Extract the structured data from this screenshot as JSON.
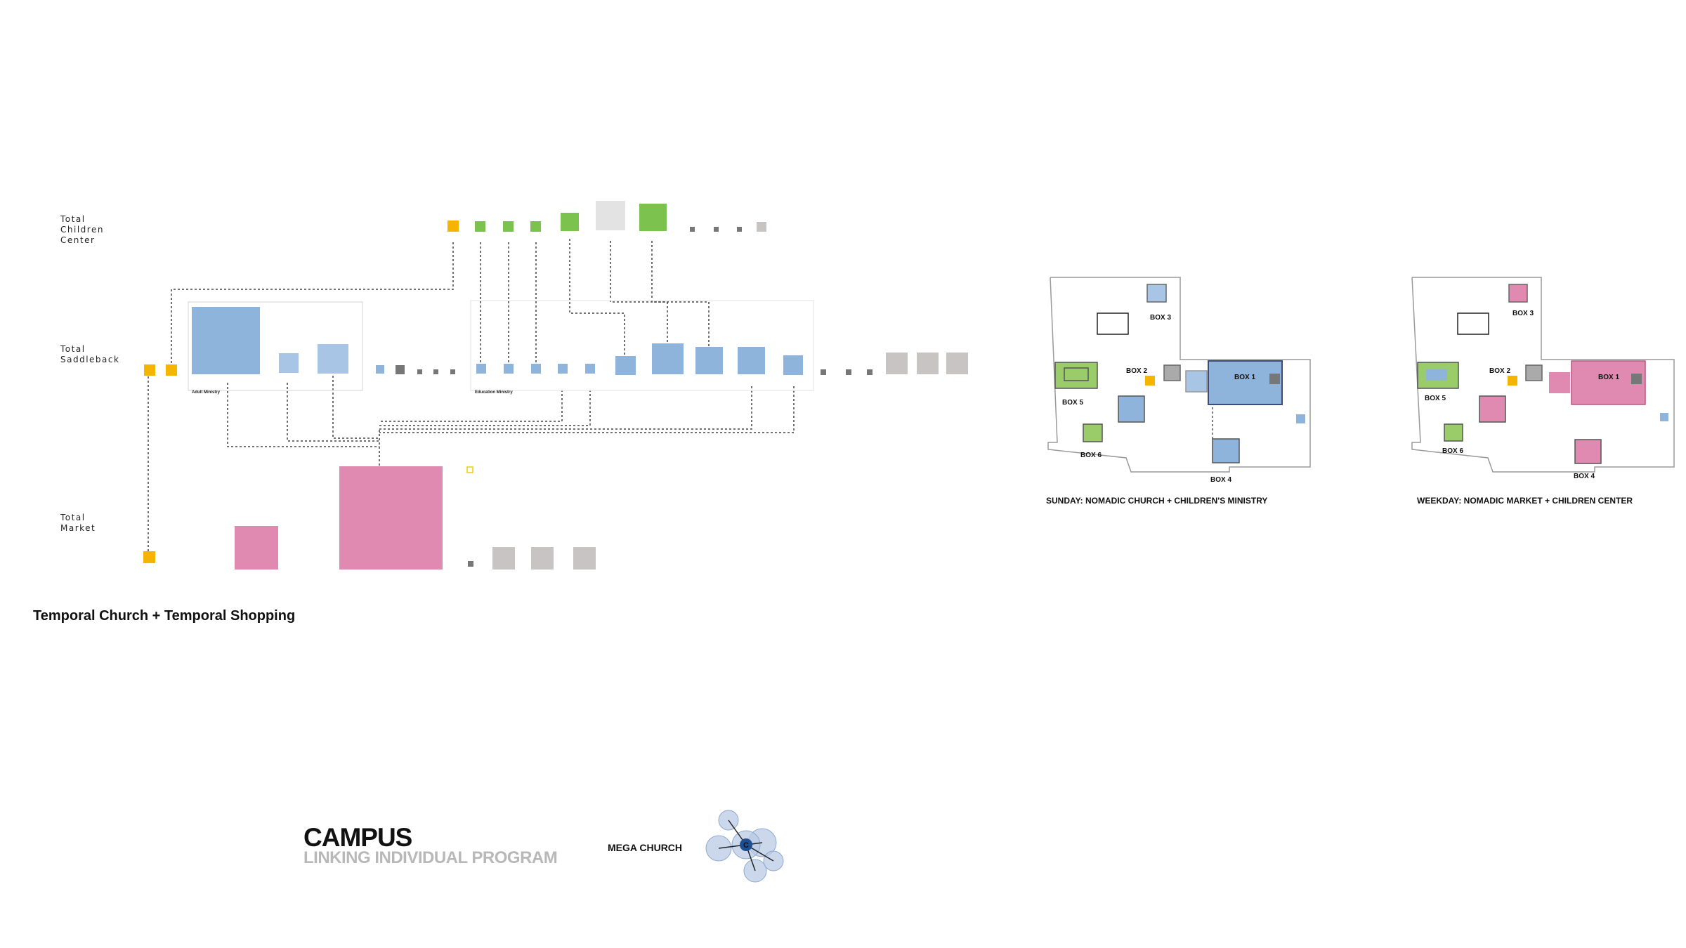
{
  "rows": {
    "children": "Total\nChildren\nCenter",
    "saddleback": "Total\nSaddleback",
    "market": "Total\nMarket"
  },
  "group_labels": {
    "adult": "Adult Ministry",
    "education": "Education Ministry"
  },
  "captions": {
    "sunday": "SUNDAY: NOMADIC CHURCH + CHILDREN'S MINISTRY",
    "weekday": "WEEKDAY: NOMADIC MARKET + CHILDREN CENTER"
  },
  "main_title": "Temporal Church + Temporal Shopping",
  "campus": {
    "title": "CAMPUS",
    "subtitle": "LINKING INDIVIDUAL PROGRAM"
  },
  "mega_church": {
    "label": "MEGA CHURCH",
    "center_letter": "C"
  },
  "plans": {
    "box_labels": [
      "BOX 1",
      "BOX 2",
      "BOX 3",
      "BOX 4",
      "BOX 5",
      "BOX 6"
    ]
  },
  "colors": {
    "church_blue": "#8fb4dc",
    "children_green": "#7cc24e",
    "market_pink": "#e08ab2",
    "service_grey": "#c9c4c4",
    "office_grey": "#777777",
    "circulation_yellow": "#f5b400",
    "plan_outline": "#9a9a9a"
  }
}
